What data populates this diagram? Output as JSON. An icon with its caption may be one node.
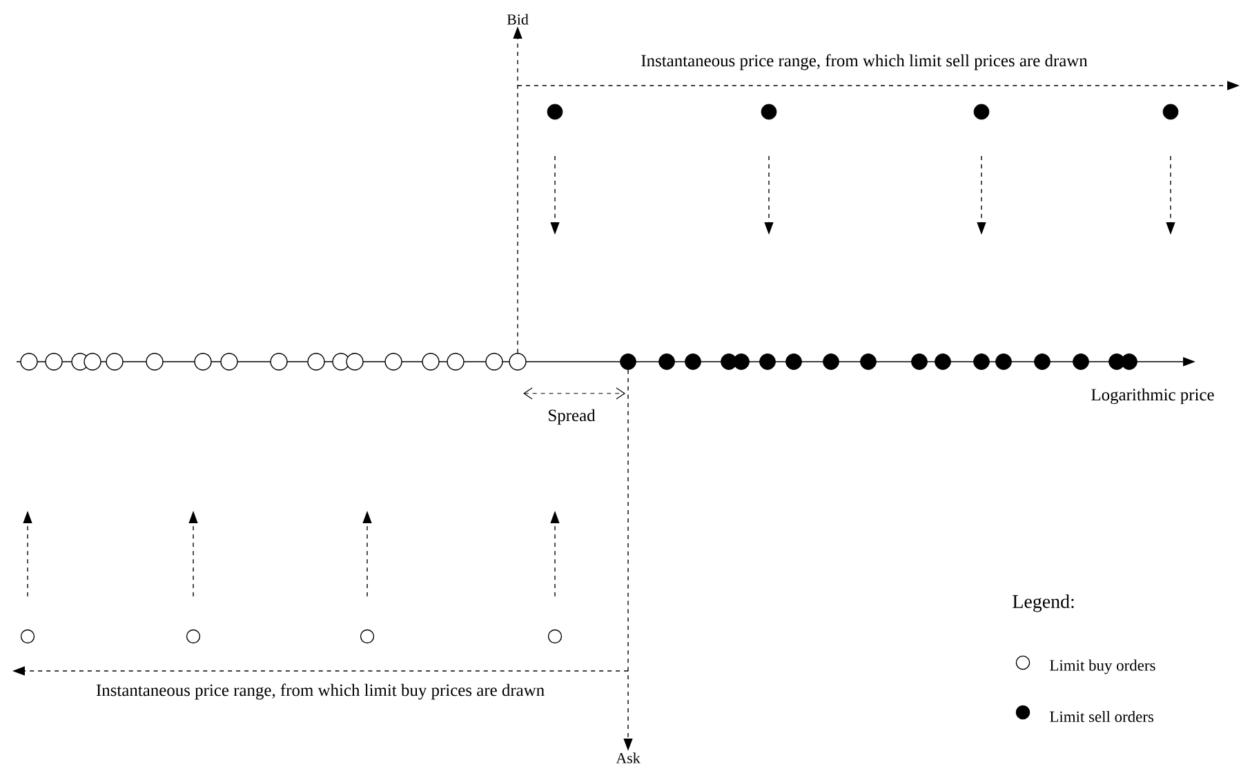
{
  "diagram": {
    "nodes": [
      {
        "text": [
          "Bid"
        ]
      },
      {
        "text": [],
        "shape": "circle"
      },
      {
        "text": [],
        "shape": "circle"
      },
      {
        "text": [],
        "shape": "circle"
      },
      {
        "text": [],
        "shape": "circle"
      },
      {
        "text": [],
        "shape": "circle"
      },
      {
        "text": [],
        "shape": "circle"
      },
      {
        "text": [],
        "shape": "circle"
      },
      {
        "text": [],
        "shape": "circle"
      },
      {
        "text": [],
        "shape": "circle"
      },
      {
        "text": [],
        "shape": "circle"
      },
      {
        "text": [],
        "shape": "circle"
      },
      {
        "text": [],
        "shape": "circle"
      },
      {
        "text": [],
        "shape": "circle"
      },
      {
        "text": [],
        "shape": "circle"
      },
      {
        "text": [],
        "shape": "circle"
      },
      {
        "text": [],
        "shape": "circle"
      },
      {
        "text": [],
        "shape": "circle"
      },
      {
        "text": [],
        "shape": "circle"
      },
      {
        "text": [],
        "shape": "circle"
      },
      {
        "text": [],
        "shape": "circle"
      },
      {
        "text": [],
        "shape": "circle"
      },
      {
        "text": [],
        "shape": "circle"
      },
      {
        "text": [],
        "shape": "circle"
      },
      {
        "text": [],
        "shape": "circle"
      },
      {
        "text": [],
        "shape": "circle"
      },
      {
        "text": [],
        "shape": "circle"
      },
      {
        "text": [],
        "shape": "circle"
      },
      {
        "text": [],
        "shape": "circle"
      },
      {
        "text": [],
        "shape": "circle"
      },
      {
        "text": [],
        "shape": "circle"
      },
      {
        "text": [],
        "shape": "circle"
      },
      {
        "text": [],
        "shape": "circle"
      },
      {
        "text": [],
        "shape": "circle"
      },
      {
        "text": [],
        "shape": "circle"
      },
      {
        "text": [],
        "shape": "circle"
      },
      {
        "text": [],
        "shape": "circle"
      },
      {
        "text": [],
        "shape": "circle"
      },
      {
        "text": [],
        "shape": "circle"
      },
      {
        "text": [],
        "shape": "circle"
      },
      {
        "text": [],
        "shape": "circle"
      },
      {
        "text": [],
        "shape": "circle"
      },
      {
        "text": [],
        "shape": "circle"
      },
      {
        "text": [
          "Ask"
        ]
      }
    ],
    "edges": [
      {
        "from": 21,
        "to": 0,
        "arrow": "to",
        "style": "dashed"
      },
      {
        "from": 22,
        "to": 43,
        "arrow": "to",
        "style": "dashed"
      }
    ],
    "labels": [
      "Instantaneous price range, from which limit sell prices are drawn",
      "Spread",
      "Logarithmic price",
      "Legend:",
      "Instantaneous price range, from which limit buy prices are drawn"
    ],
    "legend": [
      {
        "text": "Limit buy orders"
      },
      {
        "text": "Limit sell orders"
      }
    ]
  }
}
